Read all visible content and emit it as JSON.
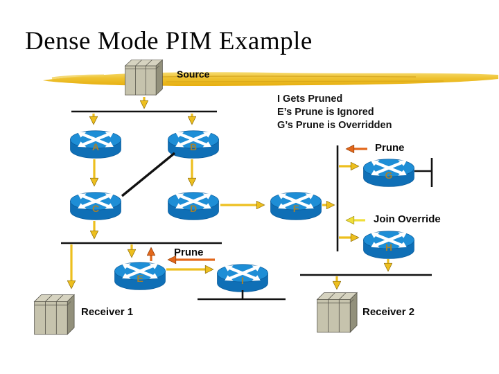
{
  "slide": {
    "title": "Dense Mode PIM Example"
  },
  "labels": {
    "source": "Source",
    "receiver1": "Receiver 1",
    "receiver2": "Receiver 2",
    "prune_g": "Prune",
    "prune_e": "Prune",
    "join_override": "Join Override"
  },
  "annotations": {
    "note_lines": [
      "I Gets Pruned",
      "E’s Prune is Ignored",
      "G’s Prune is Overridden"
    ]
  },
  "diagram": {
    "routers": [
      {
        "label": "A"
      },
      {
        "label": "B"
      },
      {
        "label": "C"
      },
      {
        "label": "D"
      },
      {
        "label": "E"
      },
      {
        "label": "F"
      },
      {
        "label": "G"
      },
      {
        "label": "H"
      },
      {
        "label": "I"
      }
    ]
  },
  "colors": {
    "router_top_blue": "#1e8ed6",
    "router_body_blue": "#0f6fb6",
    "router_letter_gold": "#a5812e",
    "traffic_arrow_gold": "#edbf1e",
    "prune_arrow_orange": "#e2671b",
    "join_override_yellow": "#f0df3a",
    "brush_stroke_gold": "#e9b512",
    "host_box_tan": "#c6c3ad",
    "line_black": "#111111"
  }
}
